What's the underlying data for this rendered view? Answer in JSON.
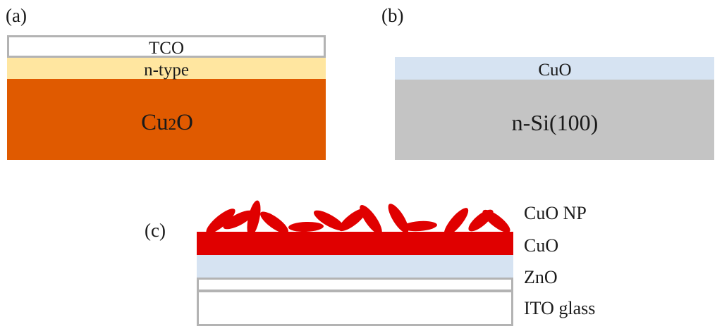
{
  "panel_a": {
    "label": "(a)",
    "layers": {
      "tco": "TCO",
      "n_type": "n-type",
      "absorber_base": "Cu",
      "absorber_sub": "2",
      "absorber_tail": "O"
    }
  },
  "panel_b": {
    "label": "(b)",
    "layers": {
      "top": "CuO",
      "substrate": "n-Si(100)"
    }
  },
  "panel_c": {
    "label": "(c)",
    "layers": {
      "nanoparticles": "CuO NP",
      "cuo": "CuO",
      "zno": "ZnO",
      "ito": "ITO glass"
    }
  },
  "colors": {
    "tco": "#ffffff",
    "layer_border": "#b3b3b3",
    "n_type": "#ffe6a0",
    "cu2o": "#e05a00",
    "cuo_light": "#d6e3f2",
    "si": "#c4c4c4",
    "cuo_red": "#e00000",
    "zno": "#d6e3f2"
  }
}
